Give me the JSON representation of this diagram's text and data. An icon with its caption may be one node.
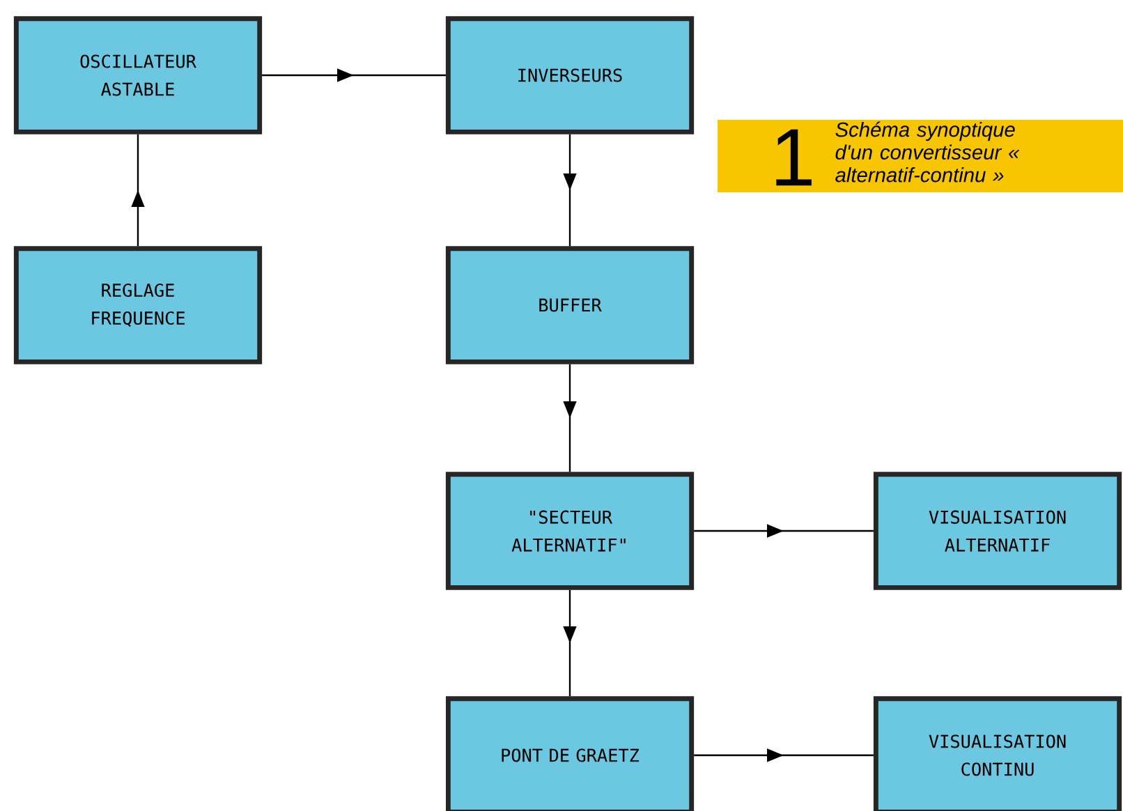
{
  "diagram": {
    "caption": "Schéma synoptique d'un convertisseur « alternatif-continu »",
    "nodes": [
      {
        "text": [
          "OSCILLATEUR ASTABLE"
        ]
      },
      {
        "text": [
          "INVERSEURS"
        ]
      },
      {
        "text": [
          "REGLAGE FREQUENCE"
        ]
      },
      {
        "text": [
          "BUFFER"
        ]
      },
      {
        "text": [
          "\"SECTEUR ALTERNATIF\""
        ]
      },
      {
        "text": [
          "VISUALISATION ALTERNATIF"
        ]
      },
      {
        "text": [
          "PONT DE GRAETZ"
        ]
      },
      {
        "text": [
          "VISUALISATION CONTINU"
        ]
      }
    ],
    "edges": [
      {
        "from": 2,
        "to": 0,
        "arrow": "to"
      },
      {
        "from": 0,
        "to": 1,
        "arrow": "to"
      },
      {
        "from": 1,
        "to": 3,
        "arrow": "to"
      },
      {
        "from": 3,
        "to": 4,
        "arrow": "to"
      },
      {
        "from": 4,
        "to": 5,
        "arrow": "to"
      },
      {
        "from": 4,
        "to": 6,
        "arrow": "to"
      },
      {
        "from": 6,
        "to": 7,
        "arrow": "to"
      }
    ],
    "labels": [
      "1"
    ]
  }
}
